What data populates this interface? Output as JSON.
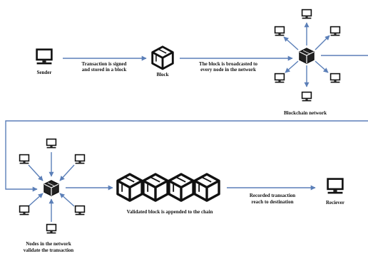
{
  "labels": {
    "sender": "Sender",
    "step1_line1": "Transaction is signed",
    "step1_line2": "and stored in a block",
    "block": "Block",
    "step2_line1": "The block is broadcasted to",
    "step2_line2": "every node in the network",
    "network": "Blockchain network",
    "validated": "Validated block is appended to the chain",
    "step4_line1": "Recorded transaction",
    "step4_line2": "reach to destination",
    "receiver": "Reciever",
    "nodes_line1": "Nodes in the network",
    "nodes_line2": "validate the transaction"
  },
  "colors": {
    "arrow": "#5b7fb8",
    "ink": "#111111",
    "screen": "#ffffff"
  }
}
